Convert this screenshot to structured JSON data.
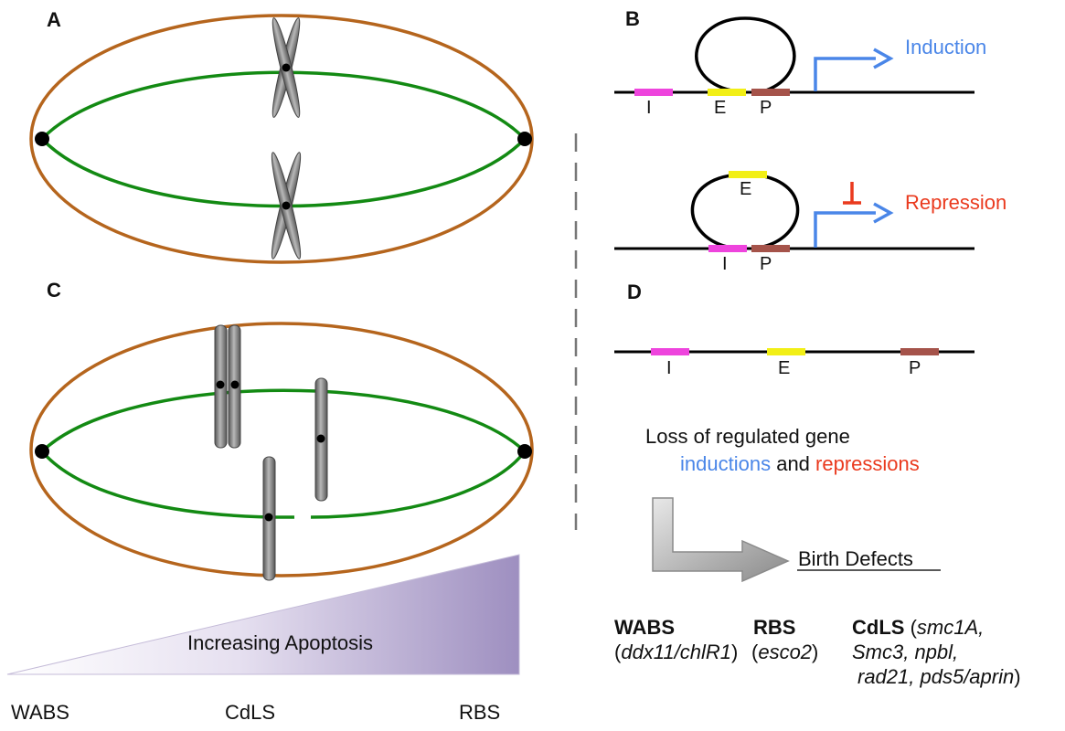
{
  "panels": {
    "a": "A",
    "b": "B",
    "c": "C",
    "d": "D"
  },
  "elements": {
    "insulator": "I",
    "enhancer": "E",
    "promoter": "P"
  },
  "outcomes": {
    "induction": "Induction",
    "repression": "Repression"
  },
  "loss": {
    "line1": "Loss of regulated gene",
    "inductions": "inductions",
    "and": "and",
    "repressions": "repressions"
  },
  "birth_defects": "Birth Defects",
  "apoptosis": {
    "label": "Increasing Apoptosis",
    "axis": [
      "WABS",
      "CdLS",
      "RBS"
    ]
  },
  "syndromes": {
    "wabs": {
      "name": "WABS",
      "open": "(",
      "gene": "ddx11/chlR1",
      "close": ")"
    },
    "rbs": {
      "name": "RBS",
      "open": "(",
      "gene": "esco2",
      "close": ")"
    },
    "cdls": {
      "name": "CdLS",
      "open": " (",
      "g1": "smc1A,",
      "g2": "Smc3, npbl,",
      "g3": "rad21, pds5/aprin",
      "close": ")"
    }
  },
  "colors": {
    "cell": "#b5651d",
    "spindle": "#138a13",
    "dna": "#000000",
    "insulator": "#ee44dd",
    "enhancer": "#f2ef16",
    "promoter": "#a5534a",
    "induction": "#4a86e8",
    "repression": "#ea3a1e",
    "chromosome": "#777777",
    "wedge": "#a898c6",
    "arrow": "#9a9a9a"
  }
}
